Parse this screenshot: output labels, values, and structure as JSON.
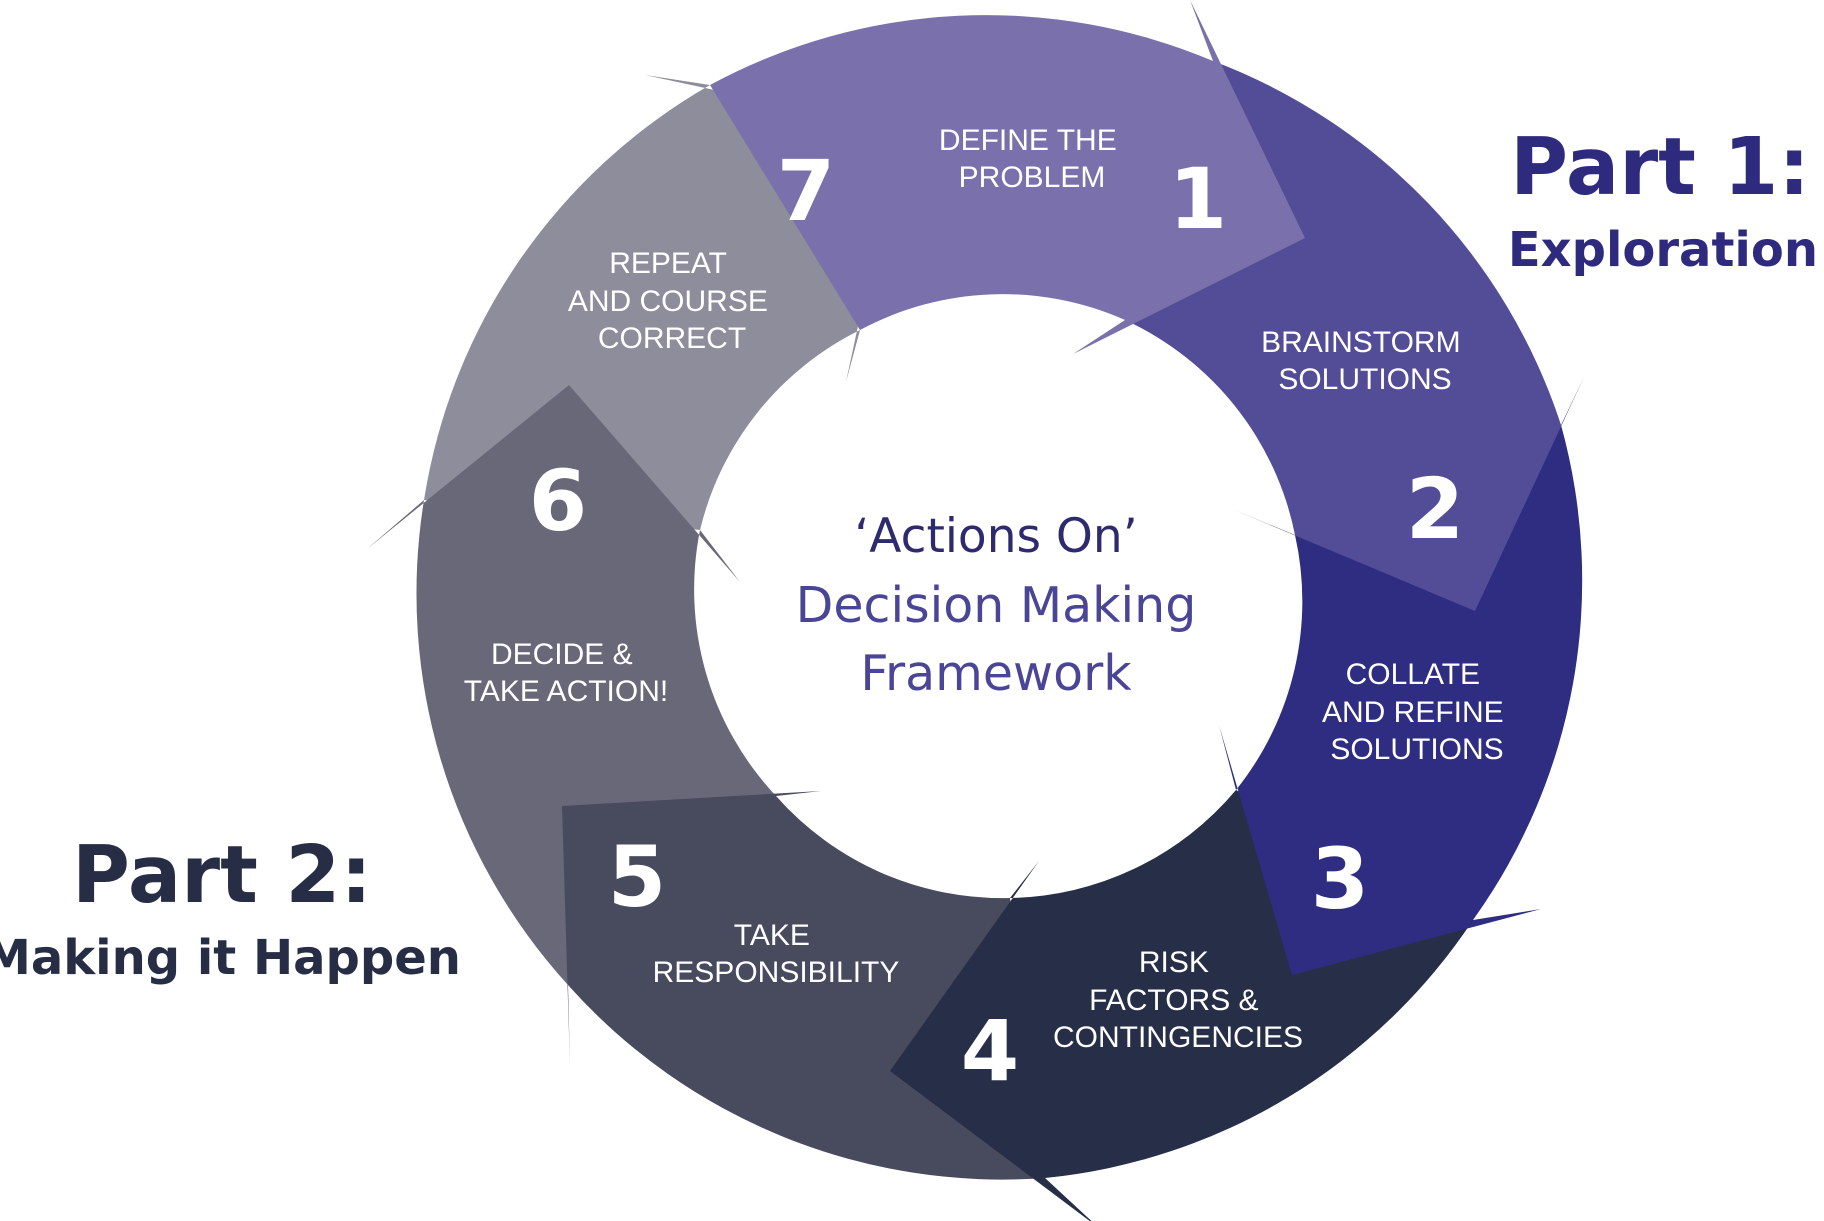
{
  "center": {
    "line1": "‘Actions On’",
    "line2": "Decision Making",
    "line3": "Framework"
  },
  "parts": [
    {
      "title": "Part 1:",
      "subtitle": "Exploration",
      "color": "#2e2a7e"
    },
    {
      "title": "Part 2:",
      "subtitle": "Making it Happen",
      "color": "#262d45"
    }
  ],
  "steps": [
    {
      "number": "1",
      "label": [
        "DEFINE THE",
        "PROBLEM"
      ],
      "color": "#7a70ab"
    },
    {
      "number": "2",
      "label": [
        "BRAINSTORM",
        "SOLUTIONS"
      ],
      "color": "#534d98"
    },
    {
      "number": "3",
      "label": [
        "COLLATE",
        "AND REFINE",
        "SOLUTIONS"
      ],
      "color": "#2e2d82"
    },
    {
      "number": "4",
      "label": [
        "RISK",
        "FACTORS &",
        "CONTINGENCIES"
      ],
      "color": "#262e48"
    },
    {
      "number": "5",
      "label": [
        "TAKE",
        "RESPONSIBILITY"
      ],
      "color": "#484a5d"
    },
    {
      "number": "6",
      "label": [
        "DECIDE &",
        "TAKE ACTION!"
      ],
      "color": "#696879"
    },
    {
      "number": "7",
      "label": [
        "REPEAT",
        "AND COURSE",
        "CORRECT"
      ],
      "color": "#8e8d9b"
    }
  ]
}
